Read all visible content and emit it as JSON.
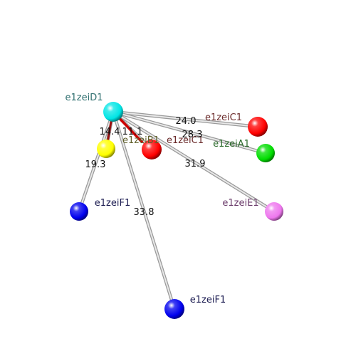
{
  "nodes": [
    {
      "id": "D1",
      "label": "e1zeiD1",
      "color": "#00e5e5",
      "label_color": "#2f6f6f"
    },
    {
      "id": "C1a",
      "label": "e1zeiC1",
      "color": "#ff0000",
      "label_color": "#6a2a2a"
    },
    {
      "id": "C1b",
      "label": "e1zeiC1",
      "color": "#ff0000",
      "label_color": "#6a2a2a"
    },
    {
      "id": "B1",
      "label": "e1zeiB1",
      "color": "#ffff00",
      "label_color": "#5f5f2a"
    },
    {
      "id": "A1",
      "label": "e1zeiA1",
      "color": "#00dd00",
      "label_color": "#2a6a2a"
    },
    {
      "id": "E1",
      "label": "e1zeiE1",
      "color": "#ee77ee",
      "label_color": "#6a3a6a"
    },
    {
      "id": "F1a",
      "label": "e1zeiF1",
      "color": "#0000ee",
      "label_color": "#1a1a50"
    },
    {
      "id": "F1b",
      "label": "e1zeiF1",
      "color": "#0000ee",
      "label_color": "#1a1a50"
    }
  ],
  "edges": [
    {
      "from": "D1",
      "to": "C1a",
      "distance": "24.0"
    },
    {
      "from": "D1",
      "to": "C1b",
      "distance": "11.1"
    },
    {
      "from": "D1",
      "to": "B1",
      "distance": "14.4"
    },
    {
      "from": "D1",
      "to": "A1",
      "distance": "28.3"
    },
    {
      "from": "D1",
      "to": "E1",
      "distance": "31.9"
    },
    {
      "from": "D1",
      "to": "F1a",
      "distance": "19.3"
    },
    {
      "from": "D1",
      "to": "F1b",
      "distance": "33.8"
    }
  ]
}
